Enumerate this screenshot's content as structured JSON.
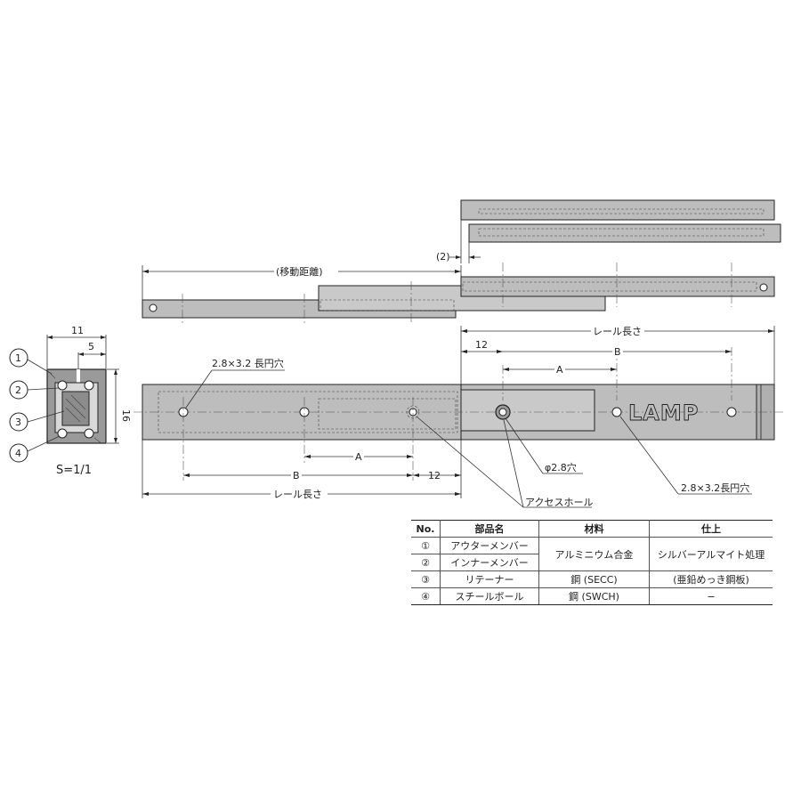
{
  "labels": {
    "move_distance": "(移動距離)",
    "gap": "(2)",
    "rail_length_top": "レール長さ",
    "rail_length_bottom": "レール長さ",
    "dim_12_top": "12",
    "dim_12_bottom": "12",
    "dim_a_top": "A",
    "dim_a_bottom": "A",
    "dim_b_top": "B",
    "dim_b_bottom": "B",
    "slot_left": "2.8×3.2 長円穴",
    "slot_right": "2.8×3.2長円穴",
    "hole_phi": "φ2.8穴",
    "access_hole": "アクセスホール",
    "brand": "LAMP",
    "width_11": "11",
    "width_5": "5",
    "height_16": "16",
    "scale": "S=1/1",
    "callout_1": "1",
    "callout_2": "2",
    "callout_3": "3",
    "callout_4": "4"
  },
  "parts_table": {
    "headers": [
      "No.",
      "部品名",
      "材料",
      "仕上"
    ],
    "rows": [
      {
        "no": "①",
        "name": "アウターメンバー",
        "material": "アルミニウム合金",
        "finish": "シルバーアルマイト処理"
      },
      {
        "no": "②",
        "name": "インナーメンバー"
      },
      {
        "no": "③",
        "name": "リテーナー",
        "material": "鋼 (SECC)",
        "finish": "(亜鉛めっき鋼板)"
      },
      {
        "no": "④",
        "name": "スチールボール",
        "material": "鋼 (SWCH)",
        "finish": "−"
      }
    ]
  }
}
